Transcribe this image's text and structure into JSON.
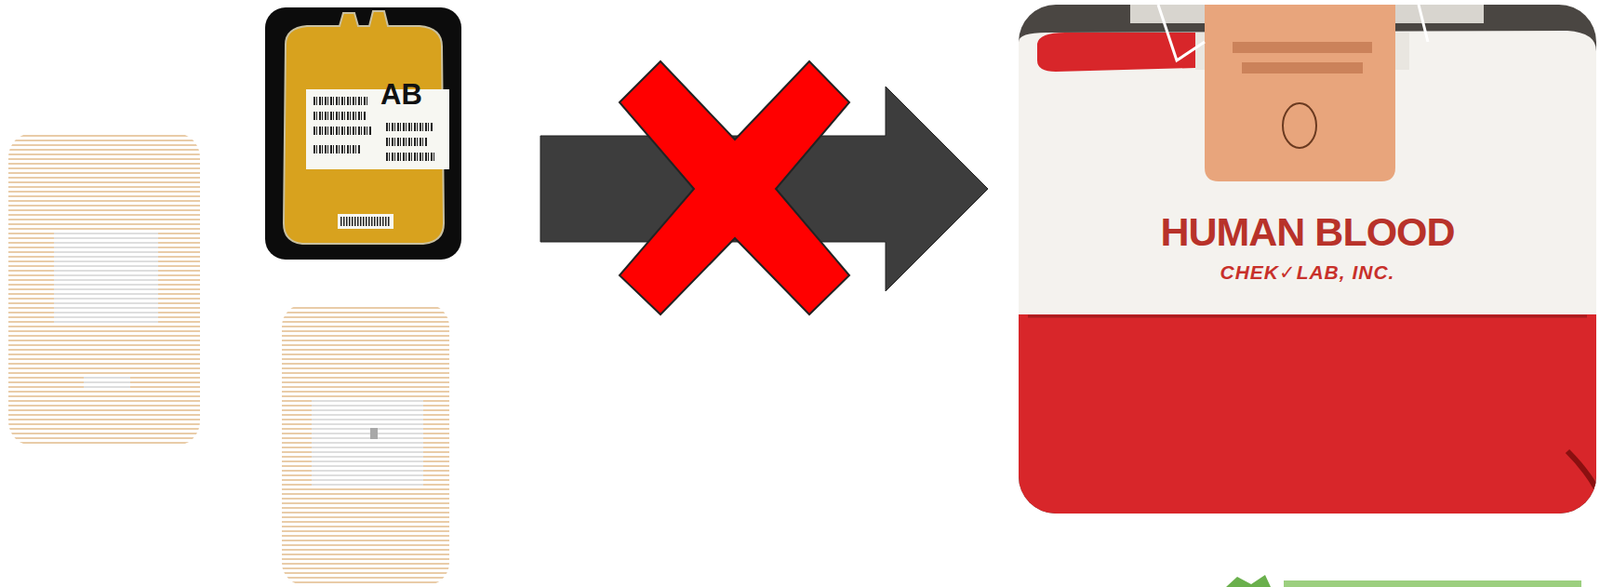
{
  "diagram": {
    "nodes": [
      {
        "text": [
          "AB"
        ]
      },
      {
        "text": [
          "HUMAN BLOOD",
          "CHEK✓LAB, INC."
        ]
      }
    ],
    "edges": [
      {
        "from": 0,
        "to": 1,
        "arrow": "to"
      }
    ]
  }
}
